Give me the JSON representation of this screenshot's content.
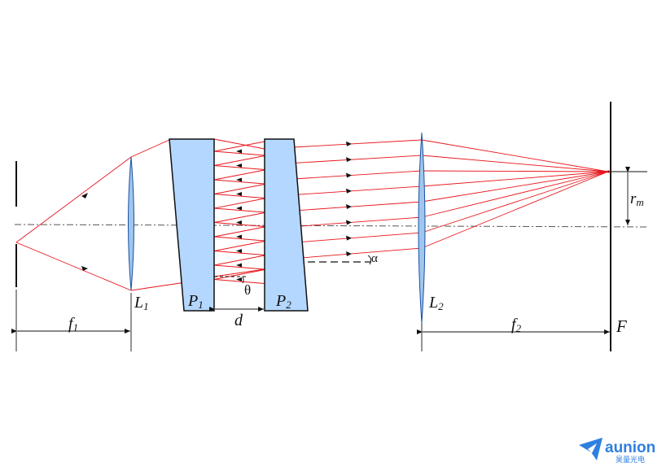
{
  "labels": {
    "L1": {
      "main": "L",
      "sub": "1"
    },
    "P1": {
      "main": "P",
      "sub": "1"
    },
    "P2": {
      "main": "P",
      "sub": "2"
    },
    "L2": {
      "main": "L",
      "sub": "2"
    },
    "d": "d",
    "theta": "θ",
    "alpha": "α",
    "f1": {
      "main": "f",
      "sub": "1"
    },
    "f2": {
      "main": "f",
      "sub": "2"
    },
    "F": "F",
    "rm": {
      "main": "r",
      "sub": "m"
    }
  },
  "logo": {
    "name": "aunion",
    "subtitle": "昊量光电"
  },
  "colors": {
    "ray": "#e8151b",
    "prism_fill": "#b3d7ff",
    "lens_fill": "#9fc7ee",
    "ink": "#111111",
    "logo": "#2f7fe0"
  }
}
